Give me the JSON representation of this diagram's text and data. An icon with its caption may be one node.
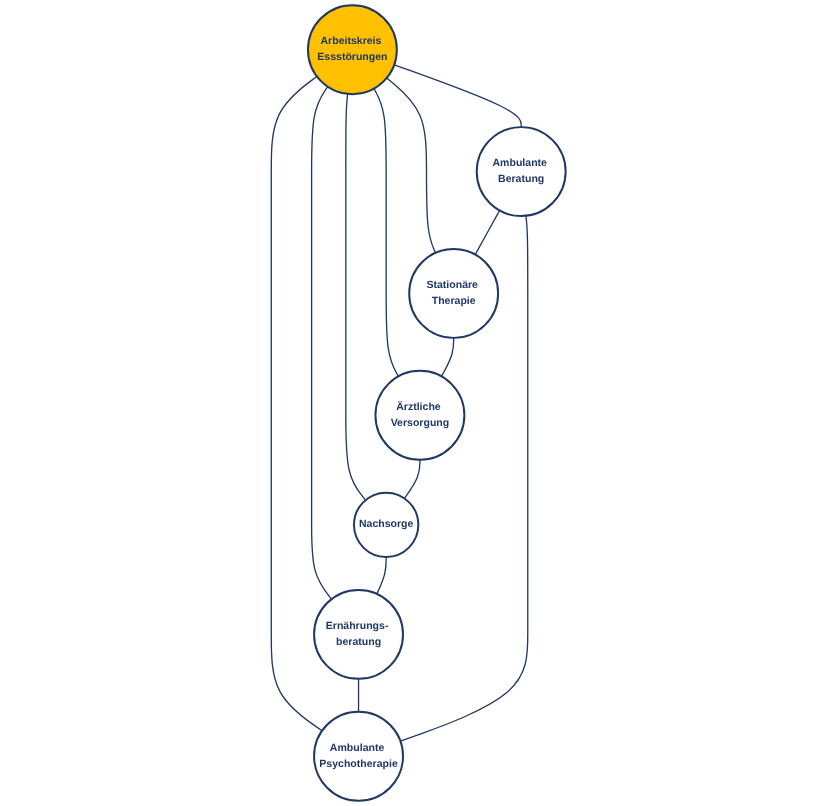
{
  "diagram": {
    "nodes": [
      {
        "text": [
          "Ambulante Beratung"
        ]
      },
      {
        "text": [
          "Ambulante Psychotherapie"
        ]
      },
      {
        "text": [
          "Stationäre Therapie"
        ]
      },
      {
        "text": [
          "Arbeitskreis Essstörungen"
        ]
      },
      {
        "text": [
          "Ernährungs- beratung"
        ]
      },
      {
        "text": [
          "Ärztliche Versorgung"
        ]
      },
      {
        "text": [
          "Nachsorge"
        ]
      }
    ],
    "edges": [
      {
        "from": 3,
        "to": 0,
        "arrow": "none"
      },
      {
        "from": 3,
        "to": 2,
        "arrow": "none"
      },
      {
        "from": 3,
        "to": 5,
        "arrow": "none"
      },
      {
        "from": 3,
        "to": 6,
        "arrow": "none"
      },
      {
        "from": 3,
        "to": 4,
        "arrow": "none"
      },
      {
        "from": 3,
        "to": 1,
        "arrow": "none"
      },
      {
        "from": 0,
        "to": 2,
        "arrow": "none"
      },
      {
        "from": 2,
        "to": 5,
        "arrow": "none"
      },
      {
        "from": 5,
        "to": 6,
        "arrow": "none"
      },
      {
        "from": 6,
        "to": 4,
        "arrow": "none"
      },
      {
        "from": 4,
        "to": 1,
        "arrow": "none"
      },
      {
        "from": 1,
        "to": 0,
        "arrow": "none"
      }
    ]
  }
}
